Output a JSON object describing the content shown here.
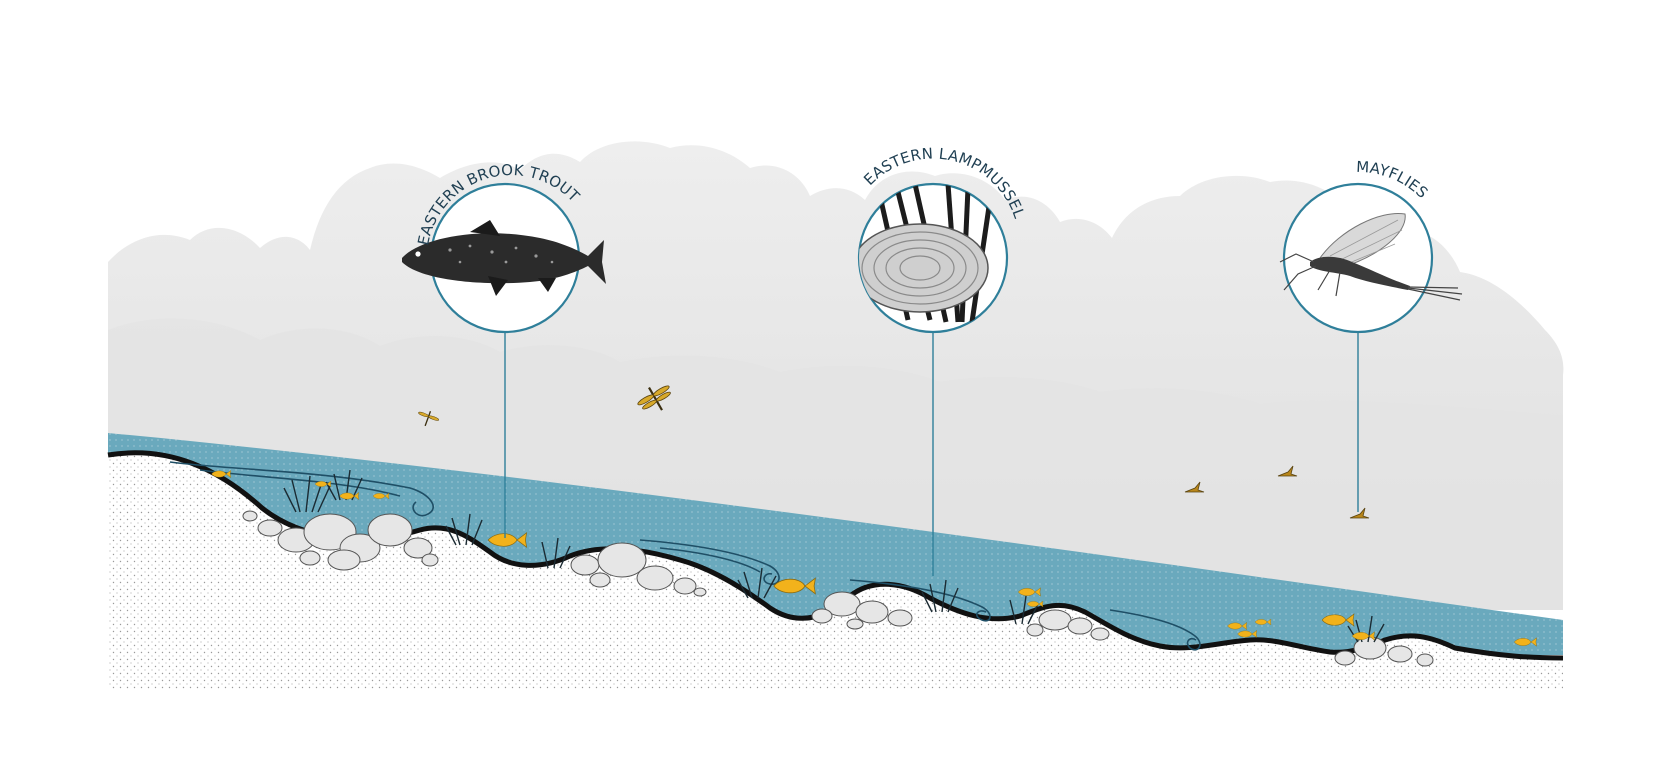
{
  "species": [
    {
      "id": "trout",
      "label": "EASTERN BROOK TROUT",
      "icon": "brook-trout-icon"
    },
    {
      "id": "mussel",
      "label": "EASTERN LAMPMUSSEL",
      "icon": "lampmussel-icon"
    },
    {
      "id": "mayfly",
      "label": "MAYFLIES",
      "icon": "mayfly-icon"
    }
  ],
  "colors": {
    "water": "#6aa9bd",
    "water_dark": "#4b8fa6",
    "riverbed_line": "#111111",
    "callout_line": "#2f7f9a",
    "fish": "#f2b21b",
    "forest": "#e9e9e9",
    "stones": "#e6e6e6"
  }
}
